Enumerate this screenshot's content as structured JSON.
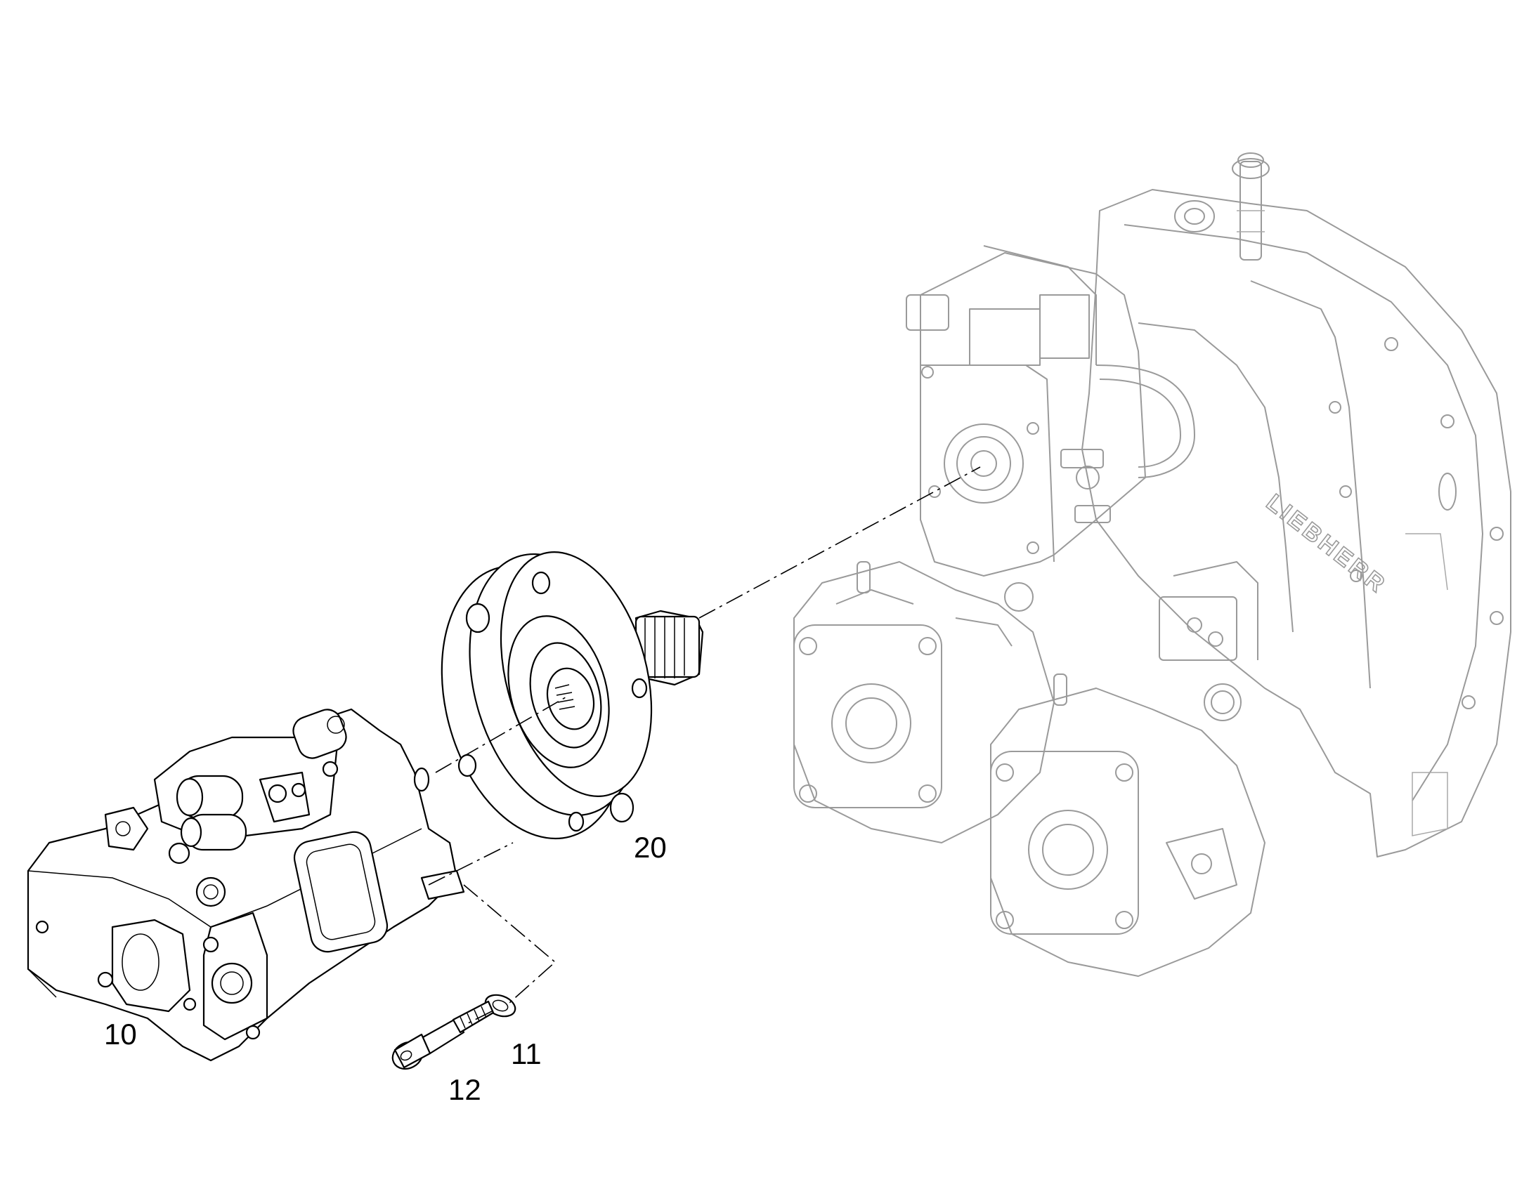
{
  "diagram": {
    "brand_mark": "LIEBHERR",
    "callouts": [
      {
        "id": "10",
        "label": "10"
      },
      {
        "id": "11",
        "label": "11"
      },
      {
        "id": "12",
        "label": "12"
      },
      {
        "id": "20",
        "label": "20"
      }
    ]
  }
}
